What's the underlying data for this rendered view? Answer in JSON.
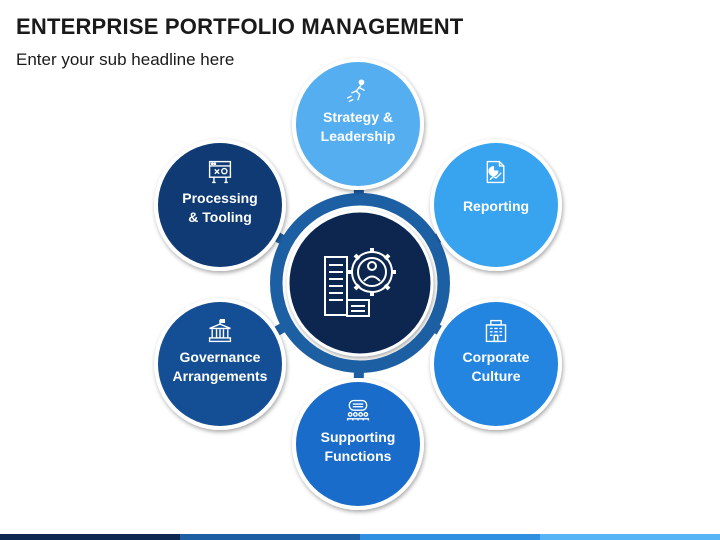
{
  "title": "ENTERPRISE PORTFOLIO MANAGEMENT",
  "subtitle": "Enter your sub headline here",
  "colors": {
    "ring": "#1d5fa3",
    "center_fill": "#0d2850",
    "center_outline": "#ffffff",
    "bottom_bar": [
      "#0d2850",
      "#1d5fa3",
      "#2f8fe0",
      "#55b4f5"
    ]
  },
  "nodes": [
    {
      "id": "strategy",
      "lines": [
        "Strategy &",
        "Leadership"
      ],
      "color": "#55aef0",
      "icon": "running-person-icon"
    },
    {
      "id": "reporting",
      "lines": [
        "Reporting"
      ],
      "color": "#38a3ee",
      "icon": "report-chart-icon"
    },
    {
      "id": "corporate",
      "lines": [
        "Corporate",
        "Culture"
      ],
      "color": "#2385e0",
      "icon": "office-building-icon"
    },
    {
      "id": "supporting",
      "lines": [
        "Supporting",
        "Functions"
      ],
      "color": "#1a6ccb",
      "icon": "team-presentation-icon"
    },
    {
      "id": "governance",
      "lines": [
        "Governance",
        "Arrangements"
      ],
      "color": "#144f95",
      "icon": "government-building-icon"
    },
    {
      "id": "processing",
      "lines": [
        "Processing",
        "& Tooling"
      ],
      "color": "#0f3a73",
      "icon": "tools-window-icon"
    }
  ],
  "center": {
    "icon": "portfolio-gear-icon"
  }
}
